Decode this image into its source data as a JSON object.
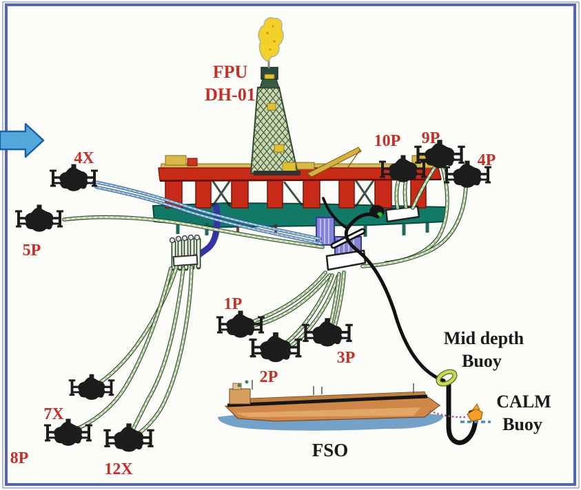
{
  "diagram": {
    "type": "subsea-field-layout",
    "platform": {
      "label_line1": "FPU",
      "label_line2": "DH-01"
    },
    "wells": [
      {
        "label": "4X"
      },
      {
        "label": "5P"
      },
      {
        "label": "7X"
      },
      {
        "label": "8P"
      },
      {
        "label": "12X"
      },
      {
        "label": "1P"
      },
      {
        "label": "2P"
      },
      {
        "label": "3P"
      },
      {
        "label": "10P"
      },
      {
        "label": "9P"
      },
      {
        "label": "4P"
      }
    ],
    "fso": {
      "label": "FSO"
    },
    "buoys": {
      "mid_depth": {
        "line1": "Mid depth",
        "line2": "Buoy"
      },
      "calm": {
        "line1": "CALM",
        "line2": "Buoy"
      }
    },
    "colors": {
      "border": "#5563b4",
      "arrow": "#55a8dc",
      "label_red": "#c62f28",
      "label_black": "#1a1a1a",
      "flowline": "#dceacb",
      "flowline_outline": "#2e4f2a",
      "steel_line": "#b8d8f0",
      "export_line": "#111111",
      "platform_red": "#c82a18",
      "pontoon_teal": "#127868",
      "derrick_green": "#2f4a30",
      "flame_yellow": "#f2d228",
      "riser_blue": "#3434a4",
      "riser_purple": "#8484d4",
      "fso_hull": "#d08848",
      "mid_depth_buoy": "#c8d858",
      "calm_buoy": "#f0a028",
      "water_blue": "#5a90c0"
    }
  }
}
